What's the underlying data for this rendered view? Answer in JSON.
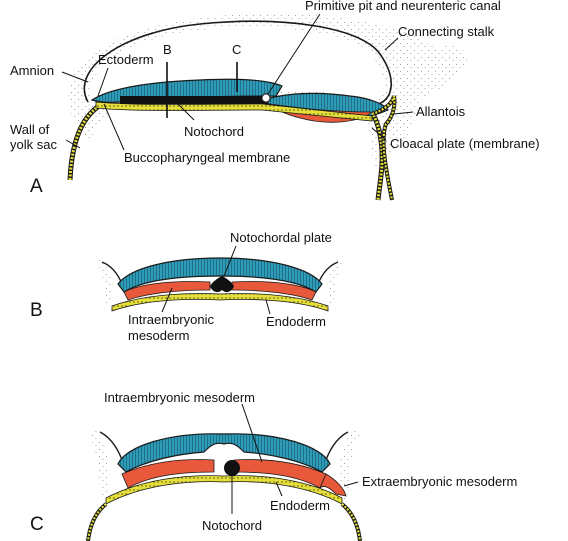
{
  "colors": {
    "ectoderm": "#2e9bb8",
    "mesoderm": "#e8583a",
    "endoderm": "#e6e03a",
    "notochord": "#111111",
    "outline": "#1a1a1a",
    "stipple": "#9a9a9a"
  },
  "panels": {
    "a": {
      "letter": "A",
      "labels": {
        "primitive_pit": "Primitive pit and neurenteric canal",
        "connecting_stalk": "Connecting stalk",
        "amnion": "Amnion",
        "ectoderm": "Ectoderm",
        "section_b": "B",
        "section_c": "C",
        "allantois": "Allantois",
        "wall_of": "Wall of",
        "yolk_sac": "yolk sac",
        "notochord": "Notochord",
        "cloacal_plate": "Cloacal plate (membrane)",
        "buccopharyngeal": "Buccopharyngeal membrane"
      }
    },
    "b": {
      "letter": "B",
      "labels": {
        "notochordal_plate": "Notochordal plate",
        "intraembryonic": "Intraembryonic",
        "mesoderm": "mesoderm",
        "endoderm": "Endoderm"
      }
    },
    "c": {
      "letter": "C",
      "labels": {
        "intraembryonic_mesoderm": "Intraembryonic mesoderm",
        "extraembryonic_mesoderm": "Extraembryonic mesoderm",
        "endoderm": "Endoderm",
        "notochord": "Notochord"
      }
    }
  }
}
